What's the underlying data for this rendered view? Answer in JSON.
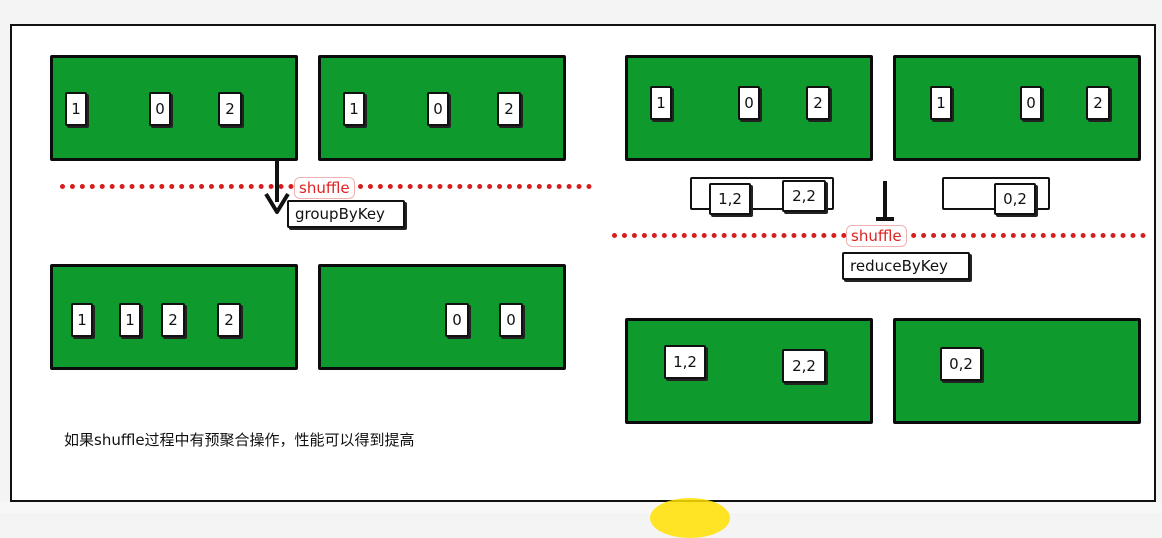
{
  "colors": {
    "partition_fill": "#0f9a2e",
    "shuffle_line": "#d61e1e",
    "shuffle_text": "#e02222"
  },
  "left": {
    "before": [
      {
        "items": [
          "1",
          "0",
          "2"
        ]
      },
      {
        "items": [
          "1",
          "0",
          "2"
        ]
      }
    ],
    "shuffle_label": "shuffle",
    "operation": "groupByKey",
    "after": [
      {
        "items": [
          "1",
          "1",
          "2",
          "2"
        ]
      },
      {
        "items": [
          "0",
          "0"
        ]
      }
    ]
  },
  "right": {
    "before": [
      {
        "items": [
          "1",
          "0",
          "2"
        ]
      },
      {
        "items": [
          "1",
          "0",
          "2"
        ]
      }
    ],
    "combined": [
      {
        "items": [
          "1,2",
          "2,2"
        ]
      },
      {
        "items": [
          "0,2"
        ]
      }
    ],
    "shuffle_label": "shuffle",
    "operation": "reduceByKey",
    "after": [
      {
        "items": [
          "1,2",
          "2,2"
        ]
      },
      {
        "items": [
          "0,2"
        ]
      }
    ]
  },
  "caption": "如果shuffle过程中有预聚合操作，性能可以得到提高"
}
